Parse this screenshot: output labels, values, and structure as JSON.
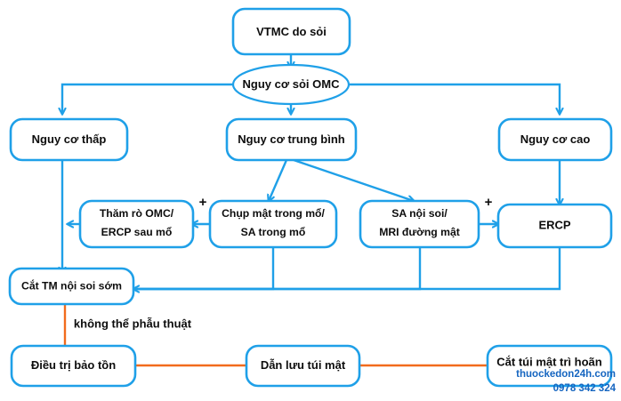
{
  "diagram": {
    "title": "VTMC do soi - phac do xu tri",
    "colors": {
      "node_stroke": "#1FA0E8",
      "node_fill": "#ffffff",
      "connector_blue": "#1FA0E8",
      "connector_orange": "#F26B1D",
      "text": "#0d0d0d",
      "watermark": "#1565C0",
      "background": "#ffffff"
    },
    "nodes": [
      {
        "id": "vtmc",
        "shape": "rounded-rect",
        "lines": [
          "VTMC do sỏi"
        ]
      },
      {
        "id": "nguy-co-omc",
        "shape": "ellipse",
        "lines": [
          "Nguy cơ sỏi OMC"
        ]
      },
      {
        "id": "thap",
        "shape": "rounded-rect",
        "lines": [
          "Nguy cơ thấp"
        ]
      },
      {
        "id": "trung-binh",
        "shape": "rounded-rect",
        "lines": [
          "Nguy cơ trung bình"
        ]
      },
      {
        "id": "cao",
        "shape": "rounded-rect",
        "lines": [
          "Nguy cơ cao"
        ]
      },
      {
        "id": "tham-ro",
        "shape": "rounded-rect",
        "lines": [
          "Thăm rò OMC/",
          "ERCP sau mổ"
        ]
      },
      {
        "id": "chup-mat",
        "shape": "rounded-rect",
        "lines": [
          "Chụp mật trong mổ/",
          "SA trong mổ"
        ]
      },
      {
        "id": "sa-noi-soi",
        "shape": "rounded-rect",
        "lines": [
          "SA nội soi/",
          "MRI đường mật"
        ]
      },
      {
        "id": "ercp",
        "shape": "rounded-rect",
        "lines": [
          "ERCP"
        ]
      },
      {
        "id": "cat-tm",
        "shape": "rounded-rect",
        "lines": [
          "Cắt TM nội soi sớm"
        ]
      },
      {
        "id": "dieu-tri",
        "shape": "rounded-rect",
        "lines": [
          "Điều trị bảo tồn"
        ]
      },
      {
        "id": "dan-luu",
        "shape": "rounded-rect",
        "lines": [
          "Dẫn lưu túi mật"
        ]
      },
      {
        "id": "cat-tui",
        "shape": "rounded-rect",
        "lines": [
          "Cắt túi mật trì hoãn"
        ]
      }
    ],
    "edge_labels": [
      {
        "id": "plus-left",
        "text": "+"
      },
      {
        "id": "plus-right",
        "text": "+"
      },
      {
        "id": "khong-the",
        "text": "không thể phẫu thuật"
      }
    ],
    "watermark": {
      "site": "thuockedon24h.com",
      "phone": "0978 342 324"
    }
  }
}
